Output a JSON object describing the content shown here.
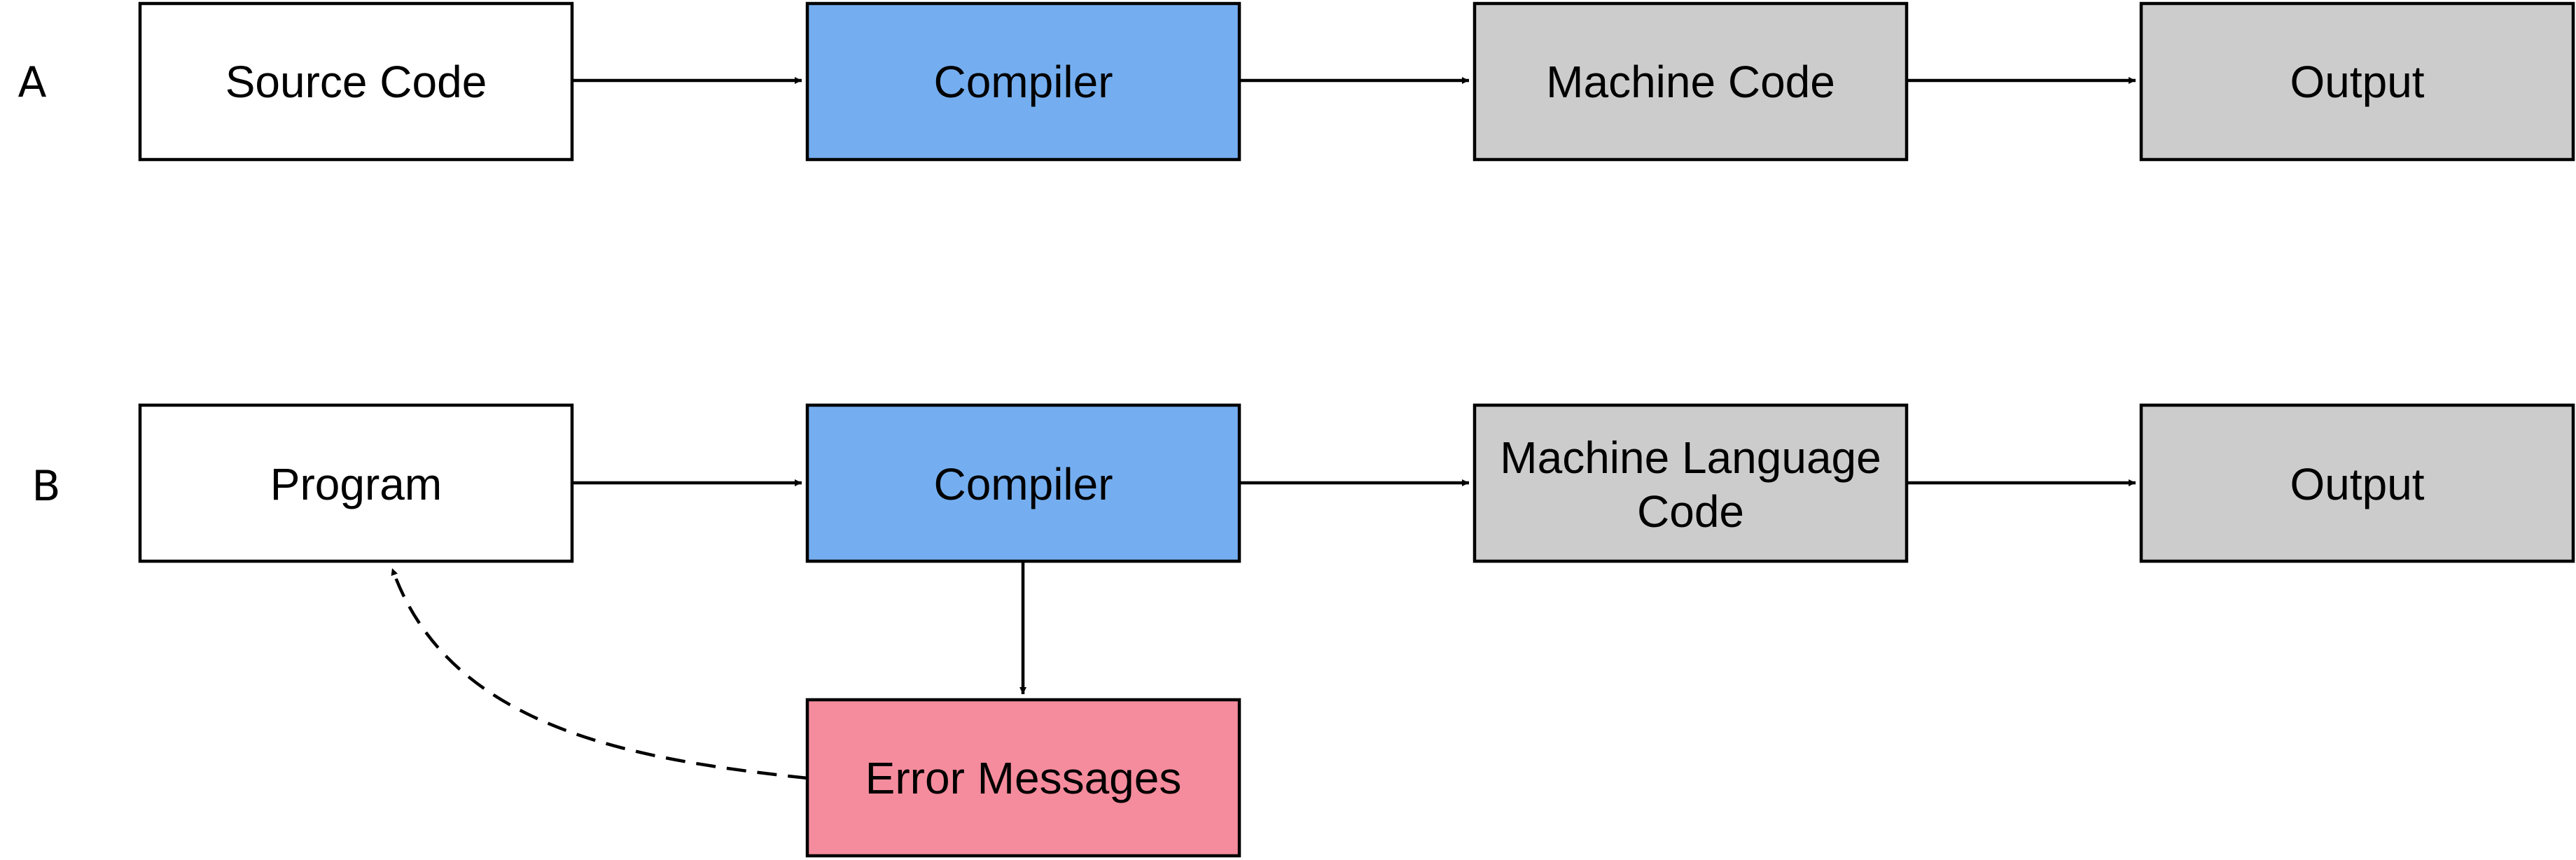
{
  "colors": {
    "plain": "#ffffff",
    "compiler": "#75aef0",
    "machine": "#cccccc",
    "error": "#f58c9d",
    "stroke": "#000000"
  },
  "rows": [
    {
      "letter": "A",
      "nodes": [
        {
          "id": "a-source-code",
          "lines": [
            "Source Code"
          ],
          "color": "plain"
        },
        {
          "id": "a-compiler",
          "lines": [
            "Compiler"
          ],
          "color": "compiler"
        },
        {
          "id": "a-machine-code",
          "lines": [
            "Machine Code"
          ],
          "color": "machine"
        },
        {
          "id": "a-output",
          "lines": [
            "Output"
          ],
          "color": "machine"
        }
      ]
    },
    {
      "letter": "B",
      "nodes": [
        {
          "id": "b-program",
          "lines": [
            "Program"
          ],
          "color": "plain"
        },
        {
          "id": "b-compiler",
          "lines": [
            "Compiler"
          ],
          "color": "compiler"
        },
        {
          "id": "b-machine-language-code",
          "lines": [
            "Machine Language",
            "Code"
          ],
          "color": "machine"
        },
        {
          "id": "b-output",
          "lines": [
            "Output"
          ],
          "color": "machine"
        }
      ]
    }
  ],
  "extra_nodes": [
    {
      "id": "b-error-messages",
      "lines": [
        "Error Messages"
      ],
      "color": "error"
    }
  ],
  "edges": [
    {
      "from": "a-source-code",
      "to": "a-compiler",
      "style": "solid"
    },
    {
      "from": "a-compiler",
      "to": "a-machine-code",
      "style": "solid"
    },
    {
      "from": "a-machine-code",
      "to": "a-output",
      "style": "solid"
    },
    {
      "from": "b-program",
      "to": "b-compiler",
      "style": "solid"
    },
    {
      "from": "b-compiler",
      "to": "b-machine-language-code",
      "style": "solid"
    },
    {
      "from": "b-machine-language-code",
      "to": "b-output",
      "style": "solid"
    },
    {
      "from": "b-compiler",
      "to": "b-error-messages",
      "style": "solid"
    },
    {
      "from": "b-error-messages",
      "to": "b-program",
      "style": "dashed"
    }
  ]
}
